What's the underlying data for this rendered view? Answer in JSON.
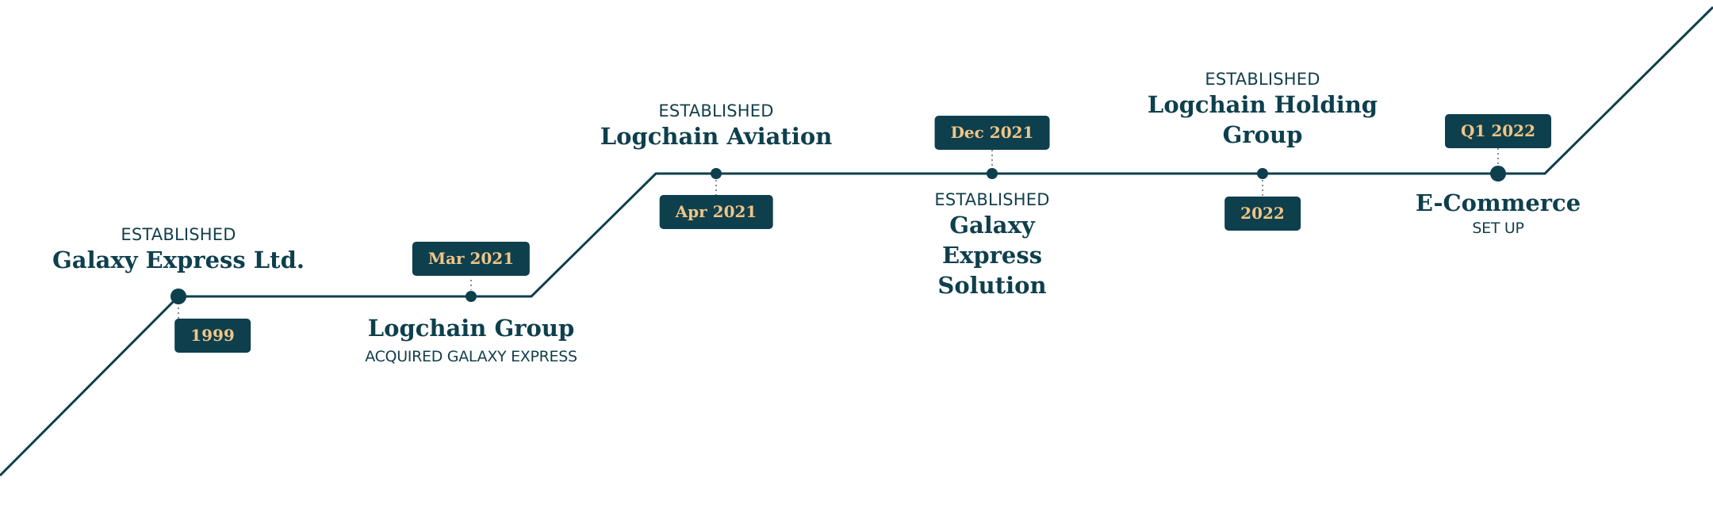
{
  "colors": {
    "line": "#0e3f4d",
    "badge_bg": "#0e3f4d",
    "badge_text": "#f1c586",
    "title_text": "#0e3f4d"
  },
  "milestones": [
    {
      "kicker": "ESTABLISHED",
      "title": "Galaxy Express Ltd.",
      "subtitle": "",
      "date": "1999"
    },
    {
      "kicker": "",
      "title": "Logchain Group",
      "subtitle": "ACQUIRED GALAXY EXPRESS",
      "date": "Mar 2021"
    },
    {
      "kicker": "ESTABLISHED",
      "title": "Logchain Aviation",
      "subtitle": "",
      "date": "Apr 2021"
    },
    {
      "kicker": "ESTABLISHED",
      "title": "Galaxy Express Solution",
      "subtitle": "",
      "date": "Dec 2021"
    },
    {
      "kicker": "ESTABLISHED",
      "title": "Logchain Holding Group",
      "subtitle": "",
      "date": "2022"
    },
    {
      "kicker": "",
      "title": "E-Commerce",
      "subtitle": "SET UP",
      "date": "Q1 2022"
    }
  ]
}
